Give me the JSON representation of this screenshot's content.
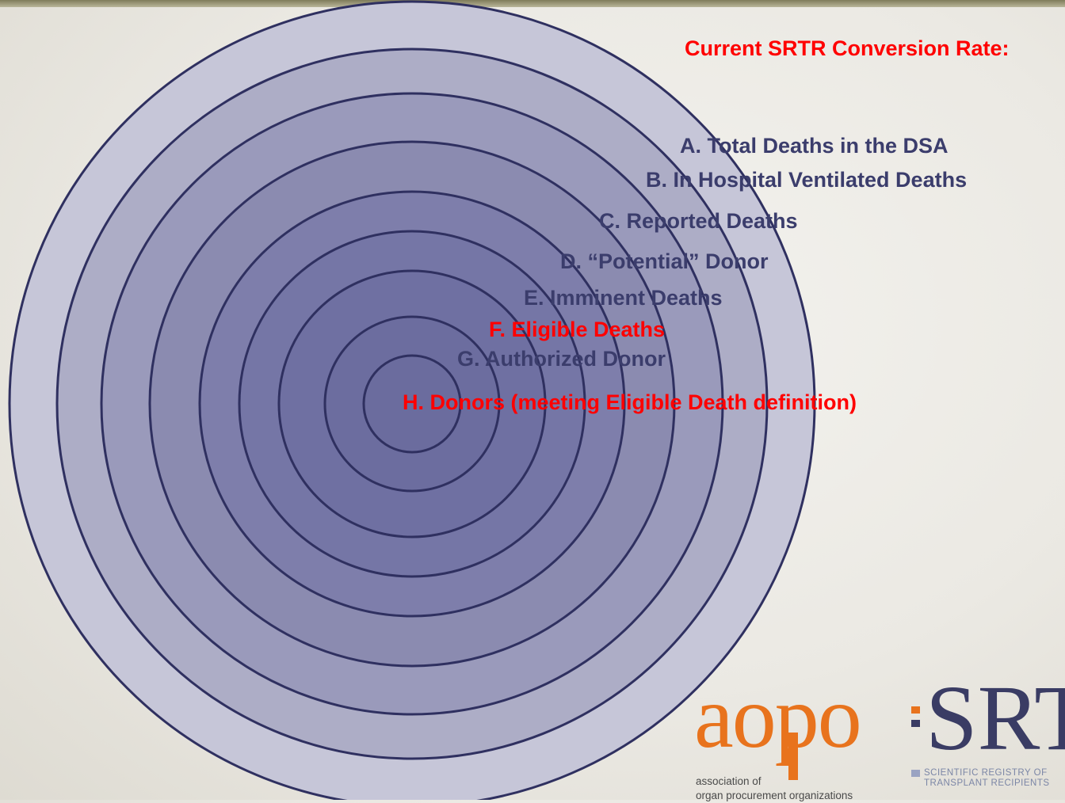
{
  "title": "Current SRTR Conversion Rate:",
  "levels": [
    {
      "label": "A. Total Deaths in the DSA",
      "highlight": false
    },
    {
      "label": "B. In Hospital Ventilated Deaths",
      "highlight": false
    },
    {
      "label": "C. Reported Deaths",
      "highlight": false
    },
    {
      "label": "D. “Potential” Donor",
      "highlight": false
    },
    {
      "label": "E. Imminent Deaths",
      "highlight": false
    },
    {
      "label": "F. Eligible Deaths",
      "highlight": true
    },
    {
      "label": "G. Authorized Donor",
      "highlight": false
    },
    {
      "label": "H. Donors (meeting Eligible Death definition)",
      "highlight": true
    }
  ],
  "colors": {
    "highlight": "#ff0000",
    "label": "#3b3d6c",
    "ring_stroke": "#2f3060",
    "ring_outer": "#c6c6d8",
    "ring_inner": "#6d6e9e"
  },
  "logos": {
    "aopo": {
      "wordmark": "aopo",
      "line1": "association of",
      "line2": "organ procurement organizations"
    },
    "srtr": {
      "wordmark": "SRTR",
      "line1": "SCIENTIFIC REGISTRY OF",
      "line2": "TRANSPLANT RECIPIENTS"
    }
  }
}
